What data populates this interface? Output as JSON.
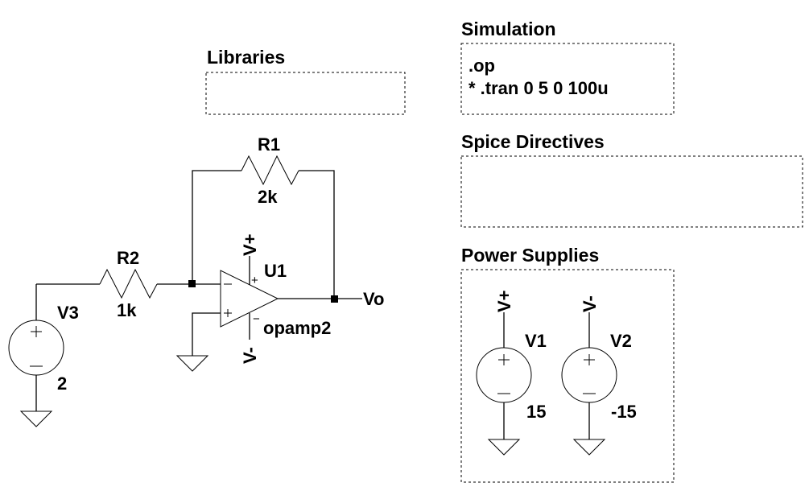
{
  "sections": {
    "libraries": {
      "title": "Libraries"
    },
    "simulation": {
      "title": "Simulation",
      "lines": [
        ".op",
        "* .tran 0 5 0 100u"
      ]
    },
    "spice_directives": {
      "title": "Spice Directives"
    },
    "power_supplies": {
      "title": "Power Supplies"
    }
  },
  "components": {
    "r1": {
      "name": "R1",
      "value": "2k"
    },
    "r2": {
      "name": "R2",
      "value": "1k"
    },
    "v3": {
      "name": "V3",
      "value": "2"
    },
    "u1": {
      "name": "U1",
      "model": "opamp2",
      "vplus_label": "V+",
      "vminus_label": "V-"
    },
    "v1": {
      "name": "V1",
      "value": "15",
      "net": "V+"
    },
    "v2": {
      "name": "V2",
      "value": "-15",
      "net": "V-"
    }
  },
  "nets": {
    "output": "Vo"
  },
  "symbols": {
    "plus": "+",
    "minus": "−"
  }
}
